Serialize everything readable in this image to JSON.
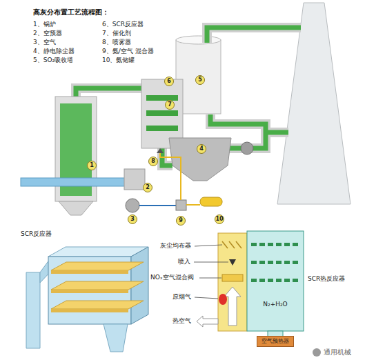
{
  "diagram": {
    "title": "高灰分布置工艺流程图：",
    "nodes": [
      {
        "text": [
          "空气预热器"
        ]
      }
    ],
    "labels": [
      "1、锅炉",
      "2、空预器",
      "3、空气",
      "4、静电除尘器",
      "5、SO₂吸收塔",
      "6、SCR反应器",
      "7、催化剂",
      "8、喷雾器",
      "9、氨/空气 混合器",
      "10、氨储罐",
      "1",
      "2",
      "3",
      "4",
      "5",
      "6",
      "7",
      "8",
      "9",
      "10",
      "SCR反应器",
      "灰尘均布器",
      "喷入",
      "NOₓ空气混合阀",
      "原烟气",
      "热空气",
      "SCR热反应器",
      "N₂+H₂O",
      "通用机械"
    ]
  }
}
